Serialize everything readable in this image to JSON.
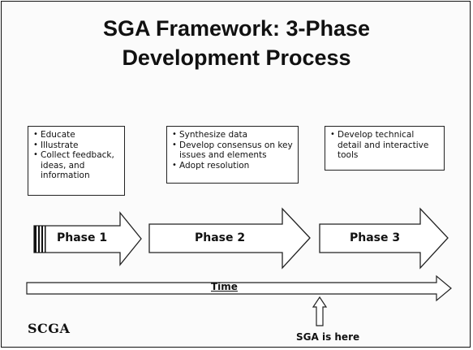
{
  "title": {
    "line1": "SGA Framework: 3-Phase",
    "line2": "Development Process"
  },
  "phases": [
    {
      "label": "Phase 1",
      "bullets": [
        "Educate",
        "Illustrate",
        "Collect feedback, ideas, and information"
      ]
    },
    {
      "label": "Phase 2",
      "bullets": [
        "Synthesize data",
        "Develop consensus on key issues and elements",
        "Adopt resolution"
      ]
    },
    {
      "label": "Phase 3",
      "bullets": [
        "Develop technical detail and interactive tools"
      ]
    }
  ],
  "timeline": {
    "label": "Time"
  },
  "marker": {
    "label": "SGA is here"
  },
  "logo": {
    "text": "SCGA"
  }
}
